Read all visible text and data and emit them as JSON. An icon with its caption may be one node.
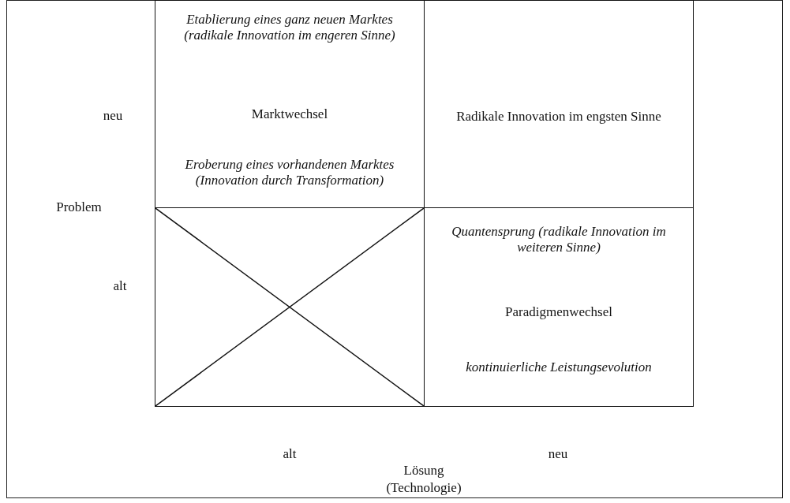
{
  "diagram": {
    "nodes": [
      {
        "text": [
          "Etablierung eines ganz neuen Marktes (radikale Innovation im engeren Sinne)",
          "Marktwechsel",
          "Eroberung eines vorhandenen Marktes (Innovation durch Transformation)"
        ]
      },
      {
        "text": [
          "Radikale Innovation im engsten Sinne"
        ]
      },
      {
        "text": [],
        "shape": "box"
      },
      {
        "text": [
          "Quantensprung (radikale Innovation im weiteren Sinne)",
          "Paradigmenwechsel",
          "kontinuierliche Leistungsevolution"
        ]
      }
    ],
    "labels": [
      "neu",
      "Problem",
      "alt",
      "alt",
      "neu",
      "Lösung (Technologie)"
    ]
  }
}
